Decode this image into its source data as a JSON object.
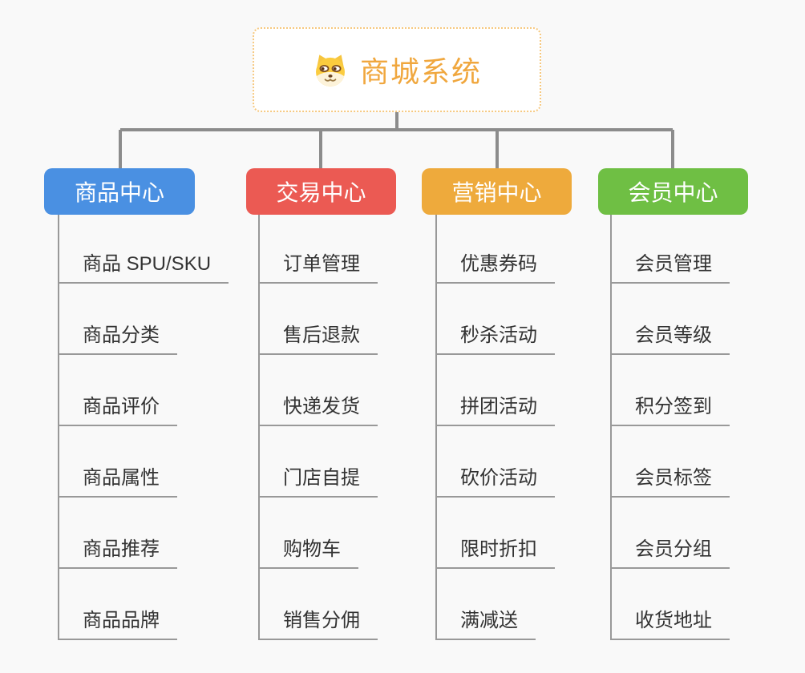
{
  "root": {
    "label": "商城系统",
    "icon": "doge-face-icon",
    "text_color": "#F0A73E",
    "border_color": "#F6C87F"
  },
  "branches": [
    {
      "label": "商品中心",
      "color": "#4A90E2",
      "children": [
        "商品 SPU/SKU",
        "商品分类",
        "商品评价",
        "商品属性",
        "商品推荐",
        "商品品牌"
      ]
    },
    {
      "label": "交易中心",
      "color": "#EB5A53",
      "children": [
        "订单管理",
        "售后退款",
        "快递发货",
        "门店自提",
        "购物车",
        "销售分佣"
      ]
    },
    {
      "label": "营销中心",
      "color": "#EEAA3C",
      "children": [
        "优惠券码",
        "秒杀活动",
        "拼团活动",
        "砍价活动",
        "限时折扣",
        "满减送"
      ]
    },
    {
      "label": "会员中心",
      "color": "#6FBF44",
      "children": [
        "会员管理",
        "会员等级",
        "积分签到",
        "会员标签",
        "会员分组",
        "收货地址"
      ]
    }
  ],
  "canvas": {
    "background": "#F9F9F9",
    "connector_color": "#8C8C8C",
    "underline_color": "#999999",
    "leaf_text_color": "#333333"
  }
}
